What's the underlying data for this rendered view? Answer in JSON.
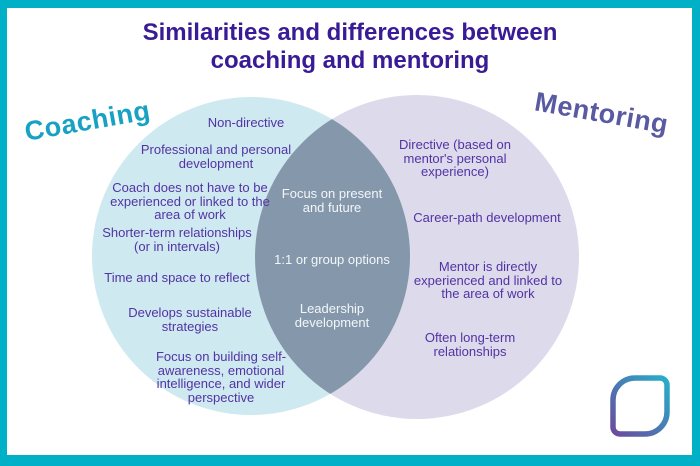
{
  "title": "Similarities and differences between\ncoaching and mentoring",
  "colors": {
    "border": "#00b0c6",
    "title_text": "#3a1b96",
    "body_text": "#5233a4",
    "coaching_label": "#17a2c4",
    "mentoring_label": "#5a5aa2",
    "left_circle": "#cfe9f0",
    "right_circle": "#dcdaeb",
    "overlap": "#8598ab",
    "overlap_text": "#f3f6f9",
    "logo_purple": "#6b4a9e",
    "logo_teal": "#27afc9"
  },
  "venn": {
    "left": {
      "label": "Coaching",
      "items": [
        "Non-directive",
        "Professional and personal\ndevelopment",
        "Coach does not have to be\nexperienced or linked to the\narea of work",
        "Shorter-term relationships\n(or in intervals)",
        "Time and space to reflect",
        "Develops sustainable\nstrategies",
        "Focus on building self-\nawareness, emotional\nintelligence, and wider\nperspective"
      ]
    },
    "overlap": {
      "items": [
        "Focus on present\nand future",
        "1:1 or group options",
        "Leadership\ndevelopment"
      ]
    },
    "right": {
      "label": "Mentoring",
      "items": [
        "Directive (based on\nmentor's personal\nexperience)",
        "Career-path development",
        "Mentor is directly\nexperienced and linked to\nthe area of work",
        "Often long-term\nrelationships"
      ]
    }
  }
}
